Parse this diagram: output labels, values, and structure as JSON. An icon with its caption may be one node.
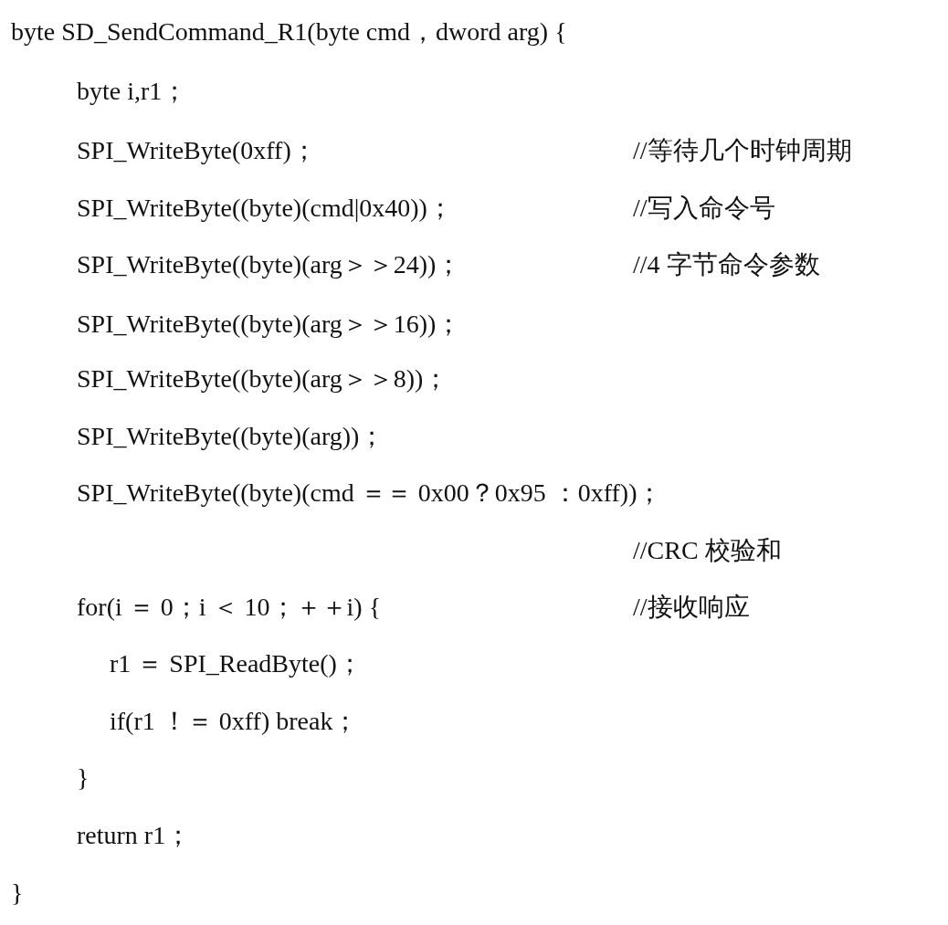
{
  "diagram": {
    "labels": [
      "byte SD_SendCommand_R1(byte cmd，dword arg) {",
      "byte i,r1；",
      "SPI_WriteByte(0xff)；",
      "//等待几个时钟周期",
      "SPI_WriteByte((byte)(cmd|0x40))；",
      "//写入命令号",
      "SPI_WriteByte((byte)(arg＞＞24))；",
      "//4 字节命令参数",
      "SPI_WriteByte((byte)(arg＞＞16))；",
      "SPI_WriteByte((byte)(arg＞＞8))；",
      "SPI_WriteByte((byte)(arg))；",
      "SPI_WriteByte((byte)(cmd ＝＝ 0x00？0x95 ：0xff))；",
      "//CRC 校验和",
      "for(i ＝ 0；i ＜ 10；＋＋i) {",
      "//接收响应",
      "r1 ＝ SPI_ReadByte()；",
      "if(r1 ！＝ 0xff) break；",
      "}",
      "return r1；",
      "}"
    ]
  }
}
